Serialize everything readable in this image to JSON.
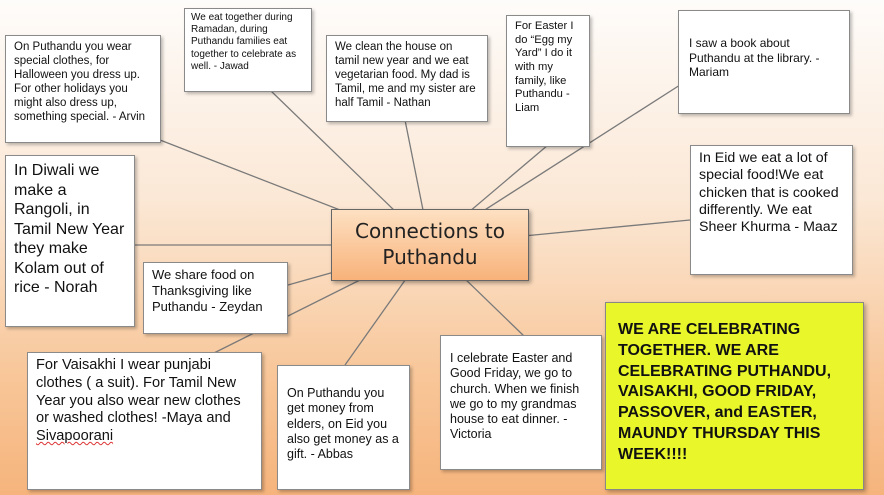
{
  "center": {
    "title": "Connections to Puthandu"
  },
  "notes": {
    "arvin": "On Puthandu you wear special clothes, for Halloween you dress up. For other holidays you might also dress up, something special. - Arvin",
    "jawad": "We eat together during Ramadan, during Puthandu families eat together to celebrate as well. - Jawad",
    "nathan": "We clean the house on tamil new year and we eat vegetarian food. My dad is Tamil, me and my sister are half Tamil - Nathan",
    "liam": "For Easter I do “Egg my Yard” I do it with my family, like Puthandu - Liam",
    "mariam": "I saw a book about Puthandu at the library. - Mariam",
    "norah": "In Diwali we make a Rangoli, in Tamil New Year they make Kolam out of rice - Norah",
    "zeydan": "We share food on Thanksgiving like Puthandu - Zeydan",
    "maaz": "In Eid we eat a lot of special food!We eat chicken that is cooked differently. We eat Sheer Khurma - Maaz",
    "maya_before": "For Vaisakhi I wear punjabi clothes ( a suit). For Tamil New Year you also wear new clothes or washed clothes! -Maya and ",
    "maya_name": "Sivapoorani",
    "abbas": "On Puthandu you get money from elders, on Eid you also get money as a gift. - Abbas",
    "victoria": "I celebrate Easter and Good Friday, we go to church. When we finish we go to my grandmas house to eat dinner. - Victoria"
  },
  "announcement": "WE ARE CELEBRATING TOGETHER. WE ARE CELEBRATING PUTHANDU, VAISAKHI, GOOD FRIDAY, PASSOVER, and EASTER, MAUNDY THURSDAY THIS WEEK!!!!",
  "colors": {
    "center_fill": "#f8b27a",
    "highlight_fill": "#e9f72a",
    "spoke": "#7a7a7a"
  }
}
